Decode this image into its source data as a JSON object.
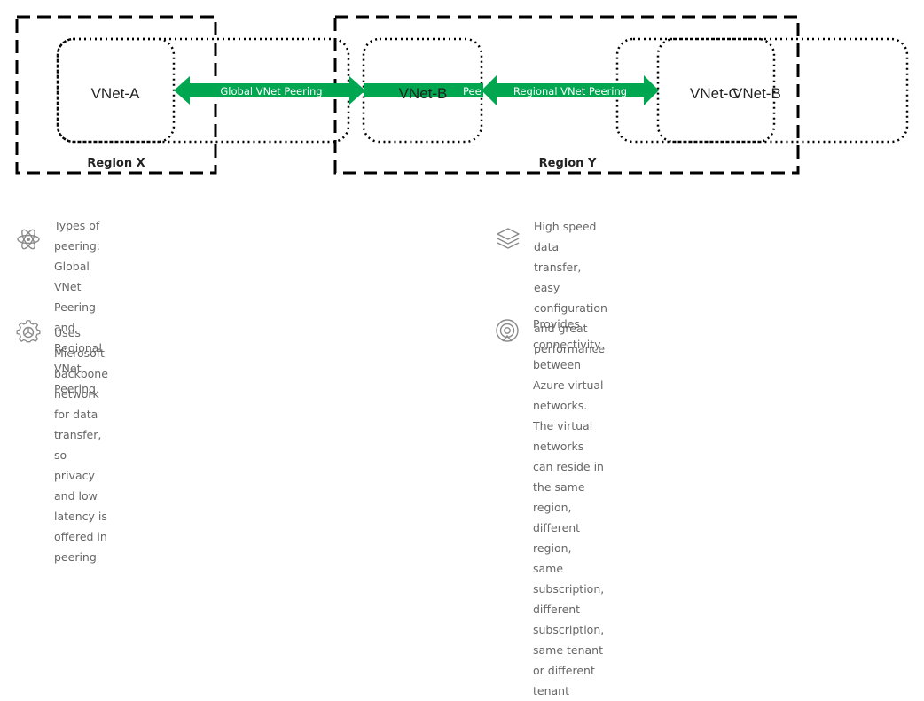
{
  "diagram": {
    "region_x_label": "Region X",
    "region_y_label": "Region Y",
    "vnet_a": "VNet-A",
    "vnet_b": "VNet-B",
    "vnet_c": "VNet-C",
    "vnet_b_overlap": "VNet-B",
    "global_peering_label": "Global VNet Peering",
    "regional_peering_label": "Regional VNet Peering",
    "peering_fragment": "Pee",
    "arrow_color": "#00a650",
    "box_color": "#000000"
  },
  "features": [
    {
      "icon": "atom-icon",
      "text_lines": [
        "Types of peering: Global VNet Peering and Regional VNet",
        "Peering."
      ]
    },
    {
      "icon": "layers-icon",
      "text_lines": [
        "High speed data transfer, easy configuration and great",
        "performance"
      ]
    },
    {
      "icon": "gear-icon",
      "text_lines": [
        "Uses Microsoft backbone network for data transfer, so privacy",
        "and low latency is offered in peering"
      ]
    },
    {
      "icon": "target-icon",
      "text_lines": [
        "Provides connectivity between Azure virtual networks. The virtual",
        "networks can reside in the same region, different region, same",
        "subscription, different subscription, same tenant or different",
        "tenant"
      ]
    }
  ]
}
